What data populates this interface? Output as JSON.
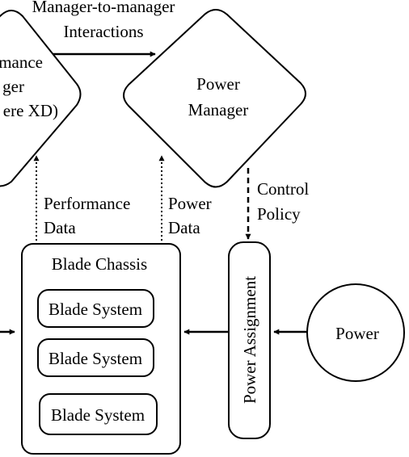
{
  "interaction": {
    "line1": "Manager-to-manager",
    "line2": "Interactions"
  },
  "performance_manager": {
    "line1": "mance",
    "line2": "ger",
    "line3": "ere XD)"
  },
  "power_manager": {
    "line1": "Power",
    "line2": "Manager"
  },
  "performance_data": {
    "line1": "Performance",
    "line2": "Data"
  },
  "power_data": {
    "line1": "Power",
    "line2": "Data"
  },
  "control_policy": {
    "line1": "Control",
    "line2": "Policy"
  },
  "blade_chassis": {
    "title": "Blade Chassis",
    "systems": [
      "Blade System",
      "Blade System",
      "Blade System"
    ]
  },
  "power_assignment": {
    "label": "Power Assignment"
  },
  "power_source": {
    "label": "Power"
  }
}
